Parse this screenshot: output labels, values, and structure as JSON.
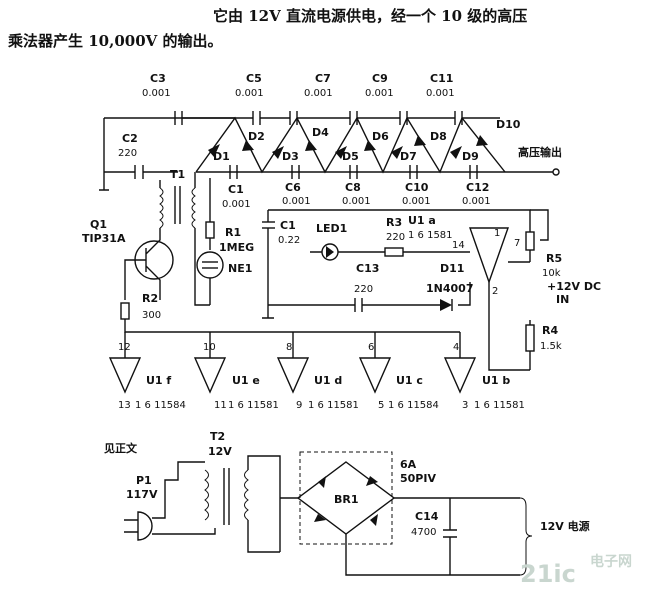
{
  "intro": {
    "line1": "它由 12V 直流电源供电，经一个 10 级的高压",
    "line2": "乘法器产生 10,000V 的输出。"
  },
  "labels": {
    "hv_output": "高压输出",
    "see_text": "见正文",
    "supply_12v": "12V 电源",
    "dc_in_1": "+12V DC",
    "dc_in_2": "IN",
    "br_rating_1": "6A",
    "br_rating_2": "50PIV",
    "watermark": "21ic",
    "watermark_cn": "电子网"
  },
  "components": {
    "C3": {
      "ref": "C3",
      "val": "0.001"
    },
    "C5": {
      "ref": "C5",
      "val": "0.001"
    },
    "C7": {
      "ref": "C7",
      "val": "0.001"
    },
    "C9": {
      "ref": "C9",
      "val": "0.001"
    },
    "C11": {
      "ref": "C11",
      "val": "0.001"
    },
    "C2": {
      "ref": "C2",
      "val": "220"
    },
    "C1": {
      "ref": "C1",
      "val": "0.001"
    },
    "C6": {
      "ref": "C6",
      "val": "0.001"
    },
    "C8": {
      "ref": "C8",
      "val": "0.001"
    },
    "C10": {
      "ref": "C10",
      "val": "0.001"
    },
    "C12": {
      "ref": "C12",
      "val": "0.001"
    },
    "Cb1": {
      "ref": "C1",
      "val": "0.22"
    },
    "C13": {
      "ref": "C13",
      "val": "220"
    },
    "C14": {
      "ref": "C14",
      "val": "4700"
    },
    "R1": {
      "ref": "R1",
      "val": "1MEG"
    },
    "R2": {
      "ref": "R2",
      "val": "300"
    },
    "R3": {
      "ref": "R3",
      "val": "220"
    },
    "R5": {
      "ref": "R5",
      "val": "10k"
    },
    "R4": {
      "ref": "R4",
      "val": "1.5k"
    },
    "Q1": {
      "ref": "Q1",
      "val": "TIP31A"
    },
    "T1": {
      "ref": "T1"
    },
    "T2": {
      "ref": "T2",
      "val": "12V"
    },
    "NE1": {
      "ref": "NE1"
    },
    "LED1": {
      "ref": "LED1"
    },
    "D11": {
      "ref": "D11",
      "val": "1N4007"
    },
    "BR1": {
      "ref": "BR1"
    },
    "P1": {
      "ref": "P1",
      "val": "117V"
    },
    "U1a": {
      "ref": "U1 a",
      "val": "1 6 1581"
    }
  },
  "diodes": [
    "D1",
    "D2",
    "D3",
    "D4",
    "D5",
    "D6",
    "D7",
    "D8",
    "D9",
    "D10"
  ],
  "gates": [
    {
      "ref": "U1 f",
      "part": "1 6 11584",
      "pin_in": "12",
      "pin_out": "13"
    },
    {
      "ref": "U1 e",
      "part": "1 6 11581",
      "pin_in": "10",
      "pin_out": "11"
    },
    {
      "ref": "U1 d",
      "part": "1 6 11581",
      "pin_in": "8",
      "pin_out": "9"
    },
    {
      "ref": "U1 c",
      "part": "1 6 11584",
      "pin_in": "6",
      "pin_out": "5"
    },
    {
      "ref": "U1 b",
      "part": "1 6 11581",
      "pin_in": "4",
      "pin_out": "3"
    }
  ],
  "pins": {
    "u1a_14": "14",
    "u1a_1": "1",
    "u1a_7": "7",
    "u1a_2": "2"
  }
}
